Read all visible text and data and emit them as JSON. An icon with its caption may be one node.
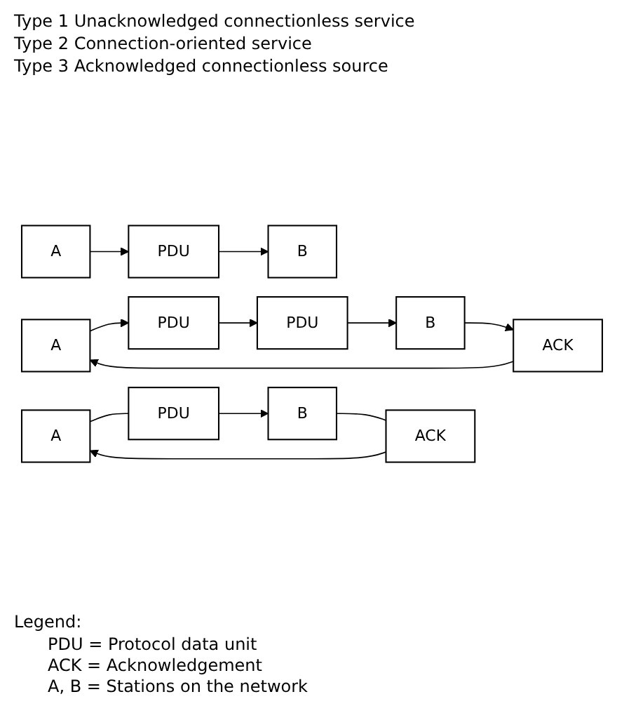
{
  "diagram": {
    "nodes": [
      {
        "text": [
          "A"
        ]
      },
      {
        "text": [
          "PDU"
        ]
      },
      {
        "text": [
          "B"
        ]
      },
      {
        "text": [
          "A"
        ]
      },
      {
        "text": [
          "PDU"
        ]
      },
      {
        "text": [
          "PDU"
        ]
      },
      {
        "text": [
          "B"
        ]
      },
      {
        "text": [
          "ACK"
        ]
      },
      {
        "text": [
          "A"
        ]
      },
      {
        "text": [
          "PDU"
        ]
      },
      {
        "text": [
          "B"
        ]
      },
      {
        "text": [
          "ACK"
        ]
      }
    ],
    "edges": [
      {
        "from": 0,
        "to": 1,
        "arrow": "to"
      },
      {
        "from": 1,
        "to": 2,
        "arrow": "to"
      },
      {
        "from": 3,
        "to": 4,
        "arrow": "to"
      },
      {
        "from": 4,
        "to": 5,
        "arrow": "to"
      },
      {
        "from": 5,
        "to": 6,
        "arrow": "to"
      },
      {
        "from": 6,
        "to": 7,
        "arrow": "to"
      },
      {
        "from": 7,
        "to": 3,
        "arrow": "to"
      },
      {
        "from": 8,
        "to": 9,
        "arrow": "none"
      },
      {
        "from": 9,
        "to": 10,
        "arrow": "to"
      },
      {
        "from": 10,
        "to": 11,
        "arrow": "none"
      },
      {
        "from": 11,
        "to": 8,
        "arrow": "to"
      }
    ],
    "labels": [
      "Type 1 Unacknowledged connectionless service",
      "Type 2 Connection-oriented service",
      "Type 3 Acknowledged connectionless source",
      "Legend:",
      "PDU = Protocol data unit",
      "ACK = Acknowledgement",
      "A, B = Stations on the network"
    ]
  }
}
